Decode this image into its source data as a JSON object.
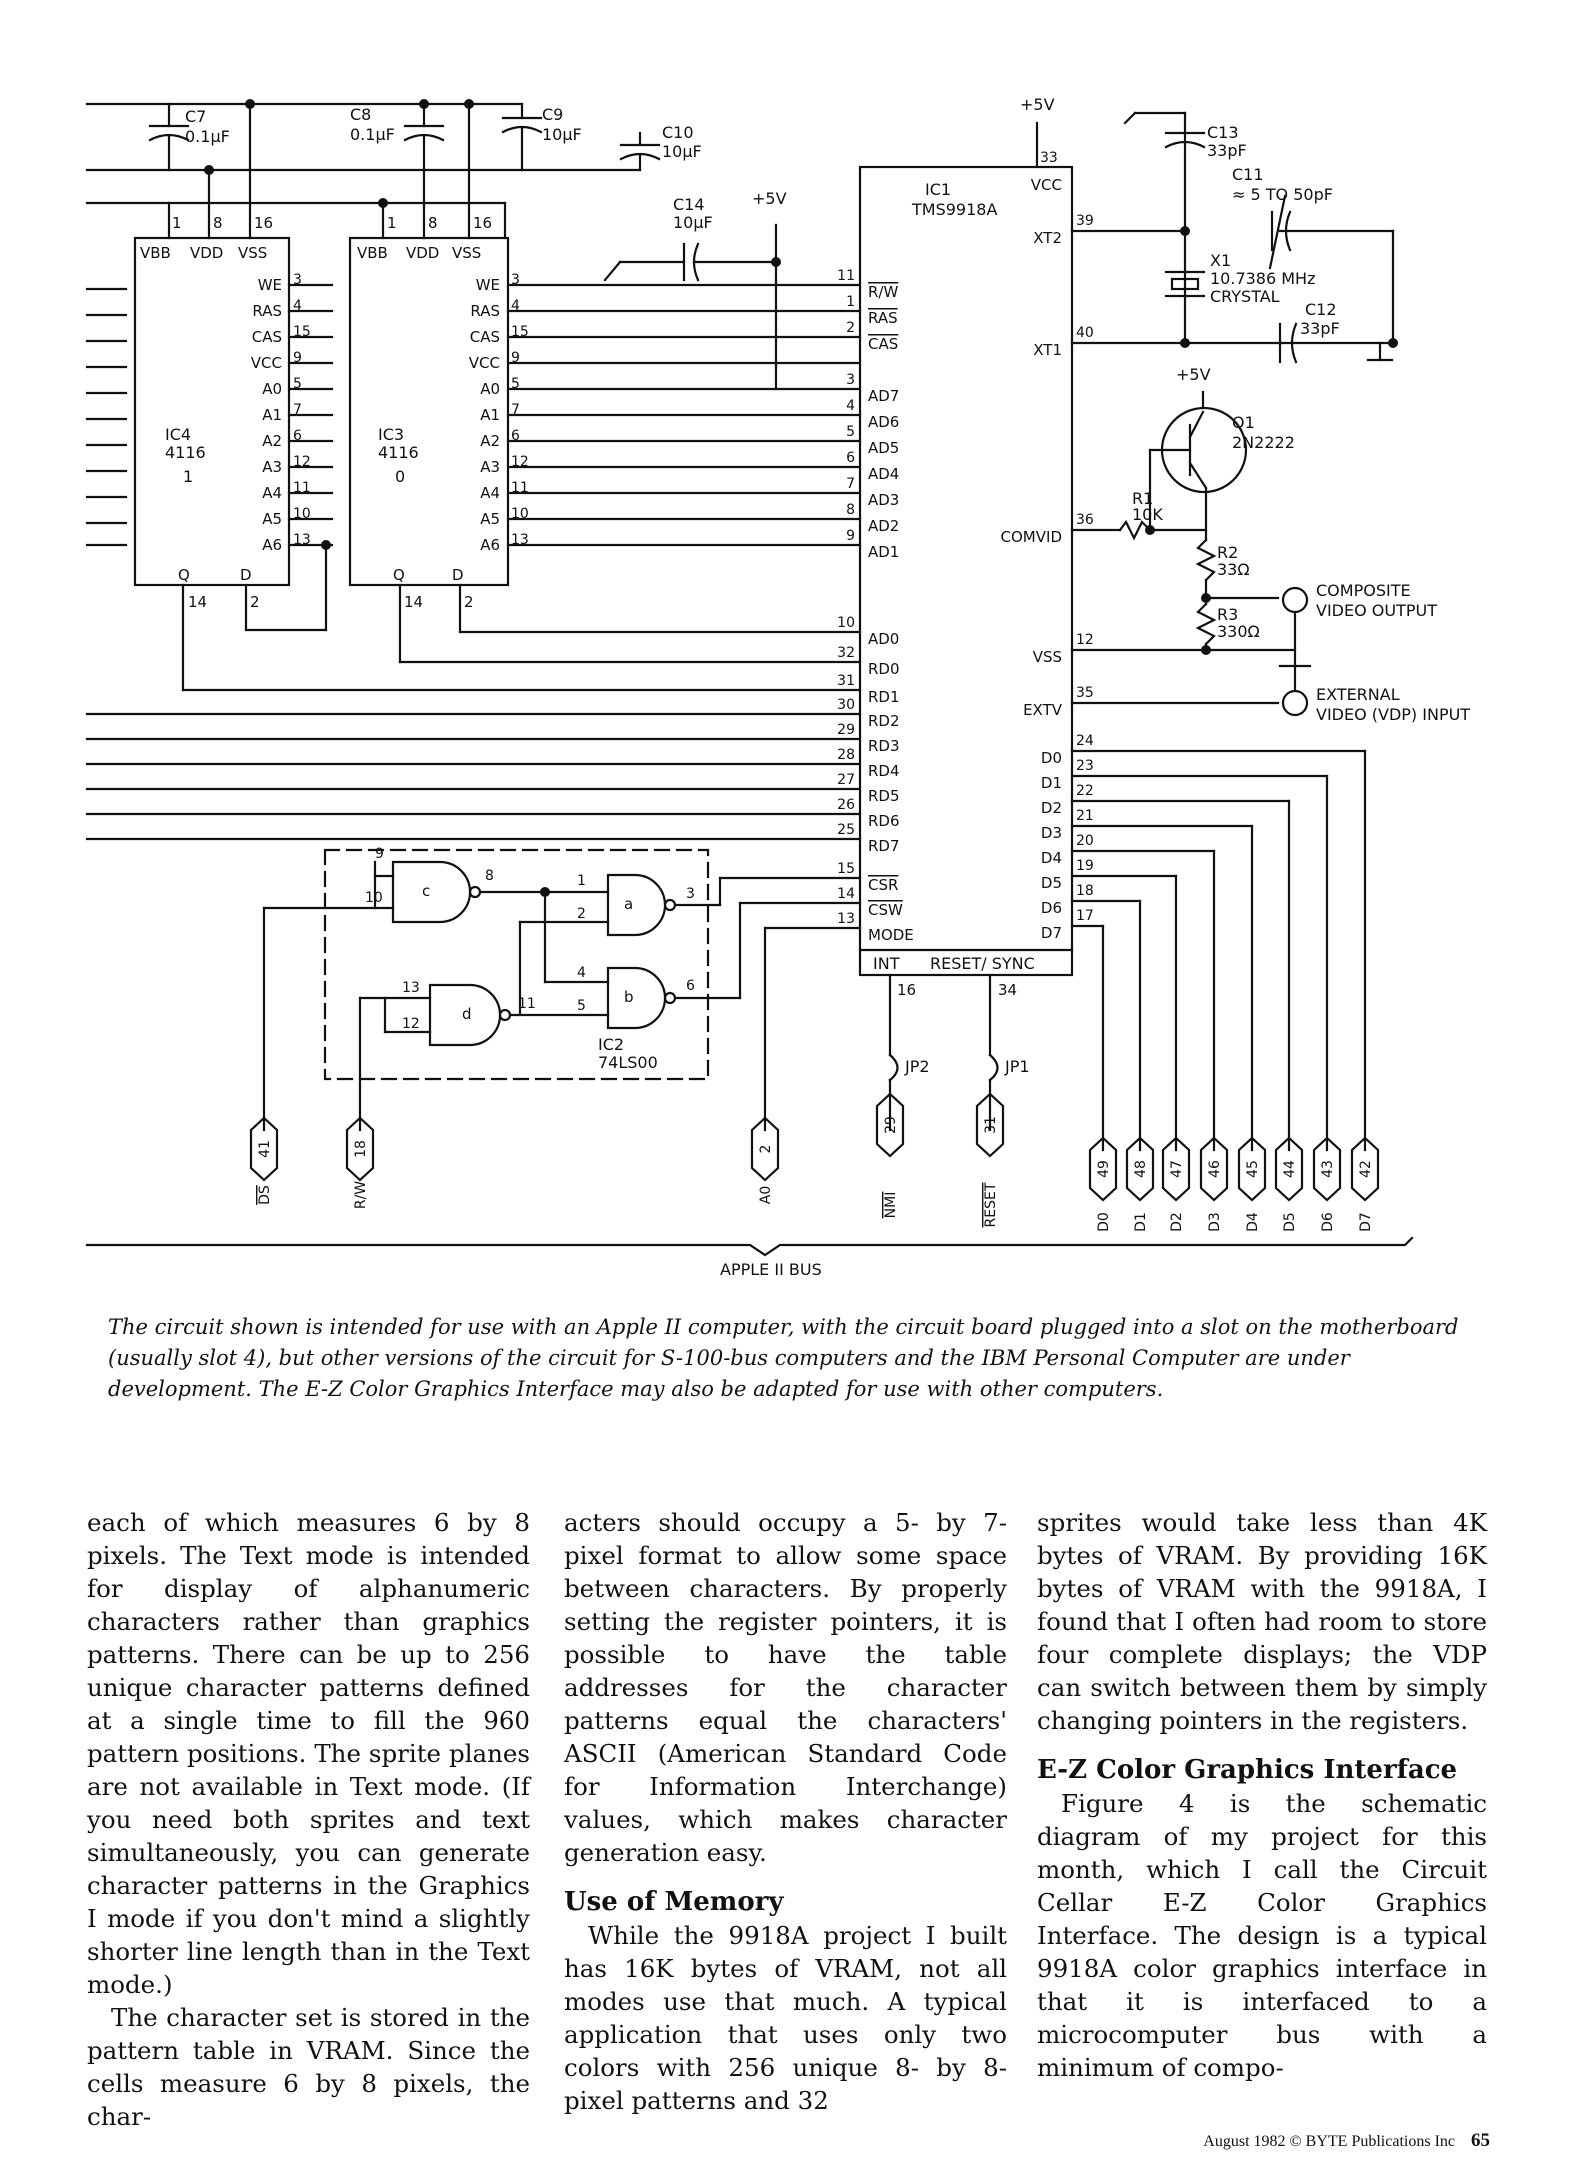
{
  "figure": {
    "capacitors": [
      {
        "id": "C7",
        "value": "0.1µF"
      },
      {
        "id": "C8",
        "value": "0.1µF"
      },
      {
        "id": "C9",
        "value": "10µF"
      },
      {
        "id": "C10",
        "value": "10µF"
      },
      {
        "id": "C13",
        "value": "33pF"
      },
      {
        "id": "C11",
        "value": "≈ 5 TO 50pF"
      },
      {
        "id": "C12",
        "value": "33pF"
      },
      {
        "id": "C14",
        "value": "10µF"
      }
    ],
    "supply_label": "+5V",
    "ram_chips": [
      {
        "ref": "IC4",
        "part": "4116",
        "bank": "1"
      },
      {
        "ref": "IC3",
        "part": "4116",
        "bank": "0"
      }
    ],
    "ram_top_pins": [
      "1",
      "8",
      "16"
    ],
    "ram_supply_labels": [
      "VBB",
      "VDD",
      "VSS"
    ],
    "ram_signal_names": [
      "WE",
      "RAS",
      "CAS",
      "VCC",
      "A0",
      "A1",
      "A2",
      "A3",
      "A4",
      "A5",
      "A6"
    ],
    "ram_signal_pins": [
      "3",
      "4",
      "15",
      "9",
      "5",
      "7",
      "6",
      "12",
      "11",
      "10",
      "13"
    ],
    "ram_q_label": "Q",
    "ram_d_label": "D",
    "ram_bottom_pins": [
      "14",
      "2"
    ],
    "vdp": {
      "ref": "IC1",
      "part": "TMS9918A"
    },
    "vdp_left_pins": [
      {
        "pin": "11",
        "name": "R/W",
        "over": true
      },
      {
        "pin": "1",
        "name": "RAS",
        "over": true
      },
      {
        "pin": "2",
        "name": "CAS",
        "over": true
      },
      {
        "pin": "3",
        "name": "AD7",
        "over": false
      },
      {
        "pin": "4",
        "name": "AD6",
        "over": false
      },
      {
        "pin": "5",
        "name": "AD5",
        "over": false
      },
      {
        "pin": "6",
        "name": "AD4",
        "over": false
      },
      {
        "pin": "7",
        "name": "AD3",
        "over": false
      },
      {
        "pin": "8",
        "name": "AD2",
        "over": false
      },
      {
        "pin": "9",
        "name": "AD1",
        "over": false
      },
      {
        "pin": "10",
        "name": "AD0",
        "over": false
      },
      {
        "pin": "32",
        "name": "RD0",
        "over": false
      },
      {
        "pin": "31",
        "name": "RD1",
        "over": false
      },
      {
        "pin": "30",
        "name": "RD2",
        "over": false
      },
      {
        "pin": "29",
        "name": "RD3",
        "over": false
      },
      {
        "pin": "28",
        "name": "RD4",
        "over": false
      },
      {
        "pin": "27",
        "name": "RD5",
        "over": false
      },
      {
        "pin": "26",
        "name": "RD6",
        "over": false
      },
      {
        "pin": "25",
        "name": "RD7",
        "over": false
      },
      {
        "pin": "15",
        "name": "CSR",
        "over": true
      },
      {
        "pin": "14",
        "name": "CSW",
        "over": true
      },
      {
        "pin": "13",
        "name": "MODE",
        "over": false
      }
    ],
    "vdp_right_pins": [
      {
        "pin": "33",
        "name": "VCC"
      },
      {
        "pin": "39",
        "name": "XT2"
      },
      {
        "pin": "40",
        "name": "XT1"
      },
      {
        "pin": "36",
        "name": "COMVID"
      },
      {
        "pin": "12",
        "name": "VSS"
      },
      {
        "pin": "35",
        "name": "EXTV"
      },
      {
        "pin": "24",
        "name": "D0"
      },
      {
        "pin": "23",
        "name": "D1"
      },
      {
        "pin": "22",
        "name": "D2"
      },
      {
        "pin": "21",
        "name": "D3"
      },
      {
        "pin": "20",
        "name": "D4"
      },
      {
        "pin": "19",
        "name": "D5"
      },
      {
        "pin": "18",
        "name": "D6"
      },
      {
        "pin": "17",
        "name": "D7"
      }
    ],
    "vdp_bottom": {
      "int_label": "INT",
      "reset_label": "RESET/ SYNC",
      "int_pin": "16",
      "reset_pin": "34"
    },
    "crystal": {
      "ref": "X1",
      "freq": "10.7386 MHz",
      "type": "CRYSTAL"
    },
    "transistor": {
      "ref": "Q1",
      "part": "2N2222"
    },
    "resistors": [
      {
        "ref": "R1",
        "value": "10K"
      },
      {
        "ref": "R2",
        "value": "33Ω"
      },
      {
        "ref": "R3",
        "value": "330Ω"
      }
    ],
    "composite_label": [
      "COMPOSITE",
      "VIDEO OUTPUT"
    ],
    "extvideo_label": [
      "EXTERNAL",
      "VIDEO (VDP) INPUT"
    ],
    "gate_chip": {
      "ref": "IC2",
      "part": "74LS00"
    },
    "gates": [
      {
        "name": "c",
        "in1": "9",
        "in2": "10",
        "out": "8"
      },
      {
        "name": "a",
        "in1": "1",
        "in2": "2",
        "out": "3"
      },
      {
        "name": "d",
        "in1": "13",
        "in2": "12",
        "out": "11"
      },
      {
        "name": "b",
        "in1": "4",
        "in2": "5",
        "out": "6"
      }
    ],
    "jumpers": [
      "JP2",
      "JP1"
    ],
    "bus_pins": [
      {
        "num": "41",
        "name": "DS"
      },
      {
        "num": "18",
        "name": "R/W"
      },
      {
        "num": "2",
        "name": "A0"
      },
      {
        "num": "29",
        "name": "NMI"
      },
      {
        "num": "31",
        "name": "RESET"
      },
      {
        "num": "49",
        "name": "D0"
      },
      {
        "num": "48",
        "name": "D1"
      },
      {
        "num": "47",
        "name": "D2"
      },
      {
        "num": "46",
        "name": "D3"
      },
      {
        "num": "45",
        "name": "D4"
      },
      {
        "num": "44",
        "name": "D5"
      },
      {
        "num": "43",
        "name": "D6"
      },
      {
        "num": "42",
        "name": "D7"
      }
    ],
    "bus_label": "APPLE II BUS"
  },
  "caption": "The circuit shown is intended for use with an Apple II computer, with the circuit board plugged into a slot on the motherboard (usually slot 4), but other versions of the circuit for S-100-bus computers and the IBM Personal Computer are under development. The E-Z Color Graphics Interface may also be adapted for use with other computers.",
  "article": {
    "col1": [
      "each of which measures 6 by 8 pixels. The Text mode is intended for display of alphanumeric characters rather than graphics patterns. There can be up to 256 unique character patterns defined at a single time to fill the 960 pattern positions. The sprite planes are not available in Text mode. (If you need both sprites and text simultaneously, you can generate character patterns in the Graphics I mode if you don't mind a slightly shorter line length than in the Text mode.)",
      "The character set is stored in the pattern table in VRAM. Since the cells measure 6 by 8 pixels, the char-"
    ],
    "col2_para1": "acters should occupy a 5- by 7-pixel format to allow some space between characters. By properly setting the register pointers, it is possible to have the table addresses for the character patterns equal the characters' ASCII (American Standard Code for Information Interchange) values, which makes character generation easy.",
    "col2_heading": "Use of Memory",
    "col2_para2": "While the 9918A project I built has 16K bytes of VRAM, not all modes use that much. A typical application that uses only two colors with 256 unique 8- by 8-pixel patterns and 32",
    "col3_para1": "sprites would take less than 4K bytes of VRAM. By providing 16K bytes of VRAM with the 9918A, I found that I often had room to store four complete displays; the VDP can switch between them by simply changing pointers in the registers.",
    "col3_heading": "E-Z Color Graphics Interface",
    "col3_para2": "Figure 4 is the schematic diagram of my project for this month, which I call the Circuit Cellar E-Z Color Graphics Interface. The design is a typical 9918A color graphics interface in that it is interfaced to a microcomputer bus with a minimum of compo-"
  },
  "footer": {
    "text": "August 1982 © BYTE Publications Inc",
    "page": "65"
  }
}
